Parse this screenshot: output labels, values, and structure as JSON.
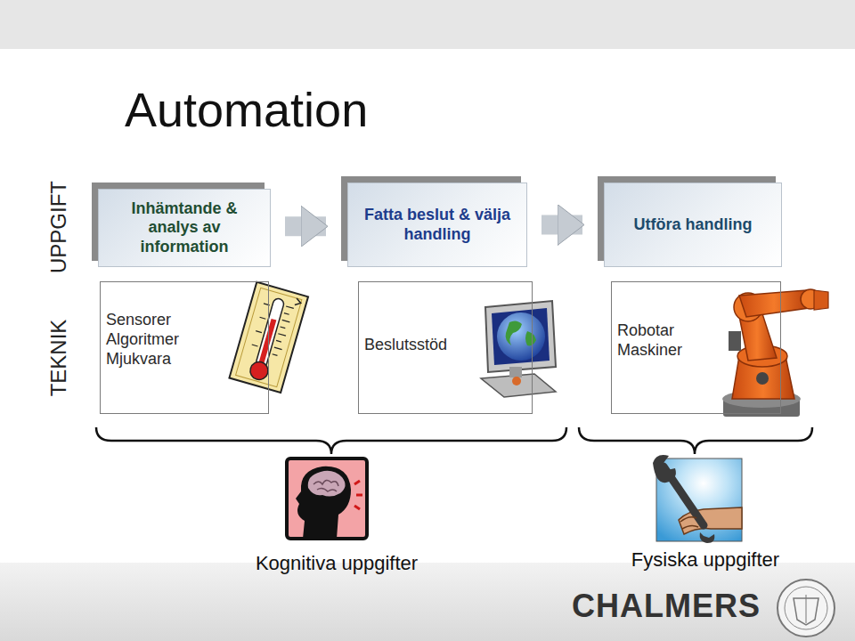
{
  "diagram": {
    "title": "Automation",
    "nodes": [
      {
        "text": [
          "Inhämtande & analys av information"
        ]
      },
      {
        "text": [
          "Fatta beslut & välja handling"
        ]
      },
      {
        "text": [
          "Utföra handling"
        ]
      },
      {
        "text": [
          "Sensorer Algoritmer Mjukvara"
        ]
      },
      {
        "text": [
          "Beslutsstöd"
        ]
      },
      {
        "text": [
          "Robotar Maskiner"
        ]
      }
    ],
    "edges": [
      {
        "from": 0,
        "to": 1,
        "arrow": "to"
      },
      {
        "from": 1,
        "to": 2,
        "arrow": "to"
      }
    ],
    "labels": [
      "UPPGIFT",
      "TEKNIK",
      "Kognitiva uppgifter",
      "Fysiska uppgifter",
      "CHALMERS"
    ]
  }
}
